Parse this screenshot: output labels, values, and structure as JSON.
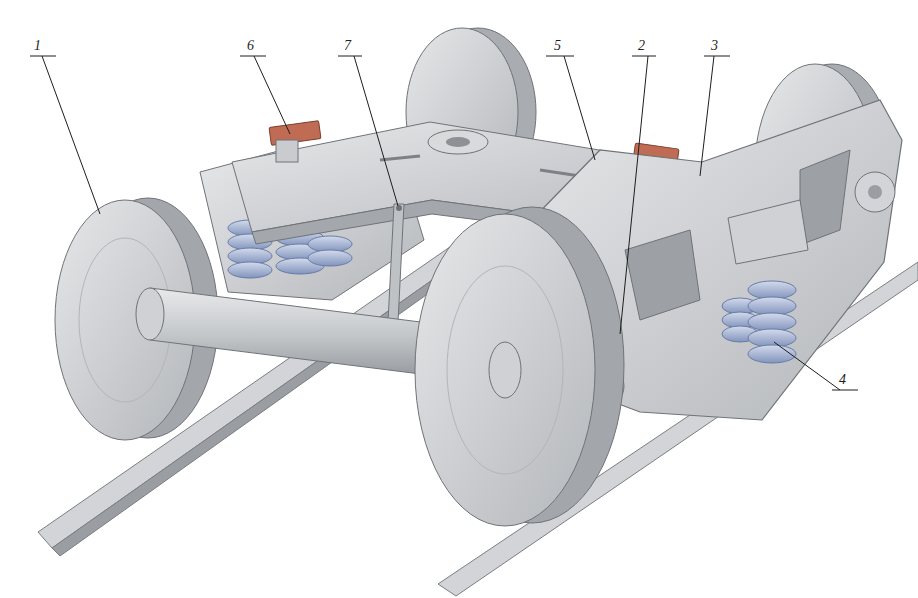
{
  "diagram": {
    "labels": [
      "1",
      "6",
      "7",
      "5",
      "2",
      "3",
      "4"
    ]
  }
}
